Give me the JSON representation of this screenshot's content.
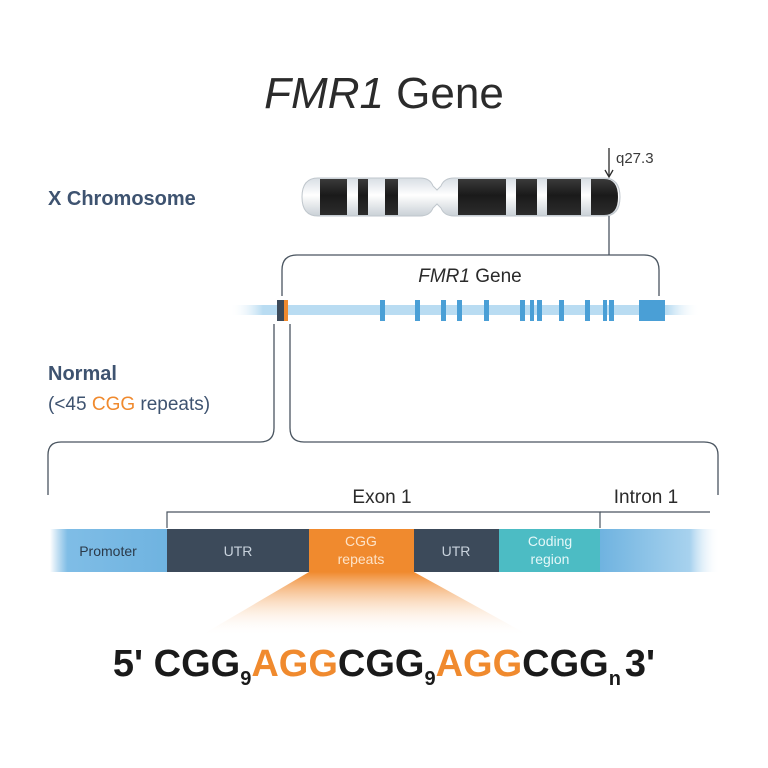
{
  "title": {
    "italic_part": "FMR1",
    "rest": " Gene"
  },
  "chromosome": {
    "label": "X Chromosome",
    "band_label": "q27.3"
  },
  "gene_bracket": {
    "italic_part": "FMR1",
    "rest": " Gene"
  },
  "status": {
    "heading": "Normal",
    "detail_prefix": "(<45 ",
    "detail_highlight": "CGG",
    "detail_suffix": " repeats)"
  },
  "exon_labels": {
    "exon": "Exon 1",
    "intron": "Intron 1"
  },
  "segments": {
    "promoter": "Promoter",
    "utr_left": "UTR",
    "cgg_line1": "CGG",
    "cgg_line2": "repeats",
    "utr_right": "UTR",
    "coding_line1": "Coding",
    "coding_line2": "region"
  },
  "sequence": {
    "p1": "5' CGG",
    "s1": "9",
    "p2": "AGG",
    "p3": "CGG",
    "s2": "9",
    "p4": "AGG",
    "p5": "CGG",
    "s3": "n",
    "p6": "3'"
  },
  "colors": {
    "orange": "#f08a2e",
    "dark_slate": "#3c4a5a",
    "teal": "#4cbcc4",
    "light_blue": "#6fb3e0",
    "bar_blue": "#b9dcf2",
    "label_blue": "#3e5370",
    "line_gray": "#4a5560"
  }
}
